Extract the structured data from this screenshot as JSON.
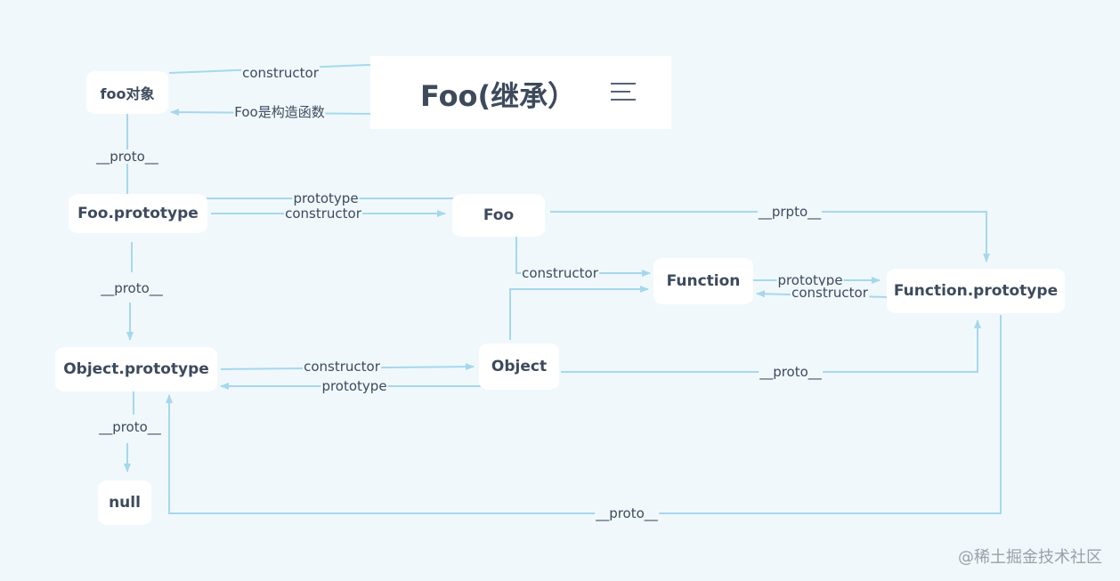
{
  "title": "Foo(继承）",
  "watermark": "@稀土掘金技术社区",
  "nodes": {
    "foo_obj": "foo对象",
    "foo_prototype": "Foo.prototype",
    "foo": "Foo",
    "function": "Function",
    "function_prototype": "Function.prototype",
    "object_prototype": "Object.prototype",
    "object": "Object",
    "null": "null"
  },
  "edges": {
    "foo_constructor": "constructor",
    "foo_is_ctor": "Foo是构造函数",
    "foo_obj_proto": "__proto__",
    "prototype_1": "prototype",
    "constructor_1": "constructor",
    "prpto": "__prpto__",
    "foo_constructor_2": "constructor",
    "fn_prototype": "prototype",
    "fn_constructor": "constructor",
    "fp_proto": "__proto__",
    "obj_constructor": "constructor",
    "obj_prototype": "prototype",
    "obj_proto": "__proto__",
    "op_proto": "__proto__",
    "fnp_proto": "__proto__"
  },
  "colors": {
    "background": "#f0f8fc",
    "line": "#a6d8ec",
    "text": "#3d4a5c"
  }
}
